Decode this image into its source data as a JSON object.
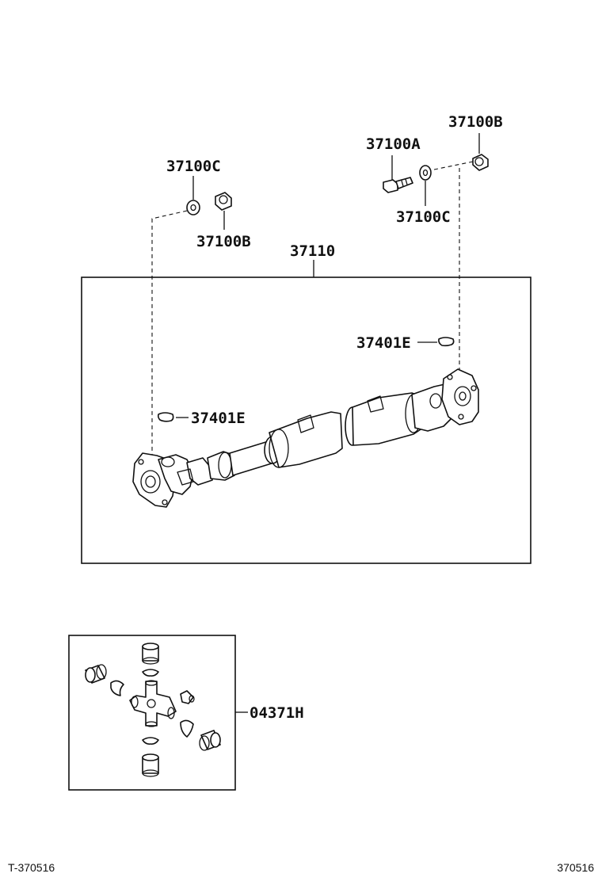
{
  "part_labels": {
    "c_top_left": "37100C",
    "b_top_left": "37100B",
    "a_top_right": "37100A",
    "b_top_right": "37100B",
    "c_top_right": "37100C",
    "shaft_assembly": "37110",
    "snap_ring_right": "37401E",
    "snap_ring_left": "37401E",
    "spider_kit": "04371H"
  },
  "footer": {
    "left_code": "T-370516",
    "right_code": "370516"
  }
}
